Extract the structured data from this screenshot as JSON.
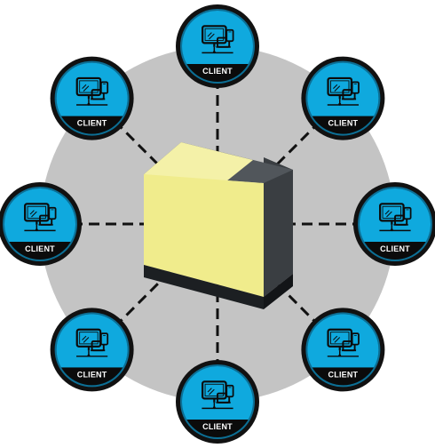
{
  "diagram": {
    "colors": {
      "background_disc": "#c4c4c4",
      "connector": "#111111",
      "node_fill": "#0fa9de",
      "node_ring_outer": "#111111",
      "node_ring_inner": "#0c6f95",
      "label_band": "#0b0b0b",
      "server_yellow": "#f0ec8c",
      "server_dark": "#3a3e42"
    },
    "hub": {
      "icon": "server-cube-icon"
    },
    "clients": [
      {
        "label": "CLIENT",
        "icon": "devices-icon"
      },
      {
        "label": "CLIENT",
        "icon": "devices-icon"
      },
      {
        "label": "CLIENT",
        "icon": "devices-icon"
      },
      {
        "label": "CLIENT",
        "icon": "devices-icon"
      },
      {
        "label": "CLIENT",
        "icon": "devices-icon"
      },
      {
        "label": "CLIENT",
        "icon": "devices-icon"
      },
      {
        "label": "CLIENT",
        "icon": "devices-icon"
      },
      {
        "label": "CLIENT",
        "icon": "devices-icon"
      }
    ]
  }
}
